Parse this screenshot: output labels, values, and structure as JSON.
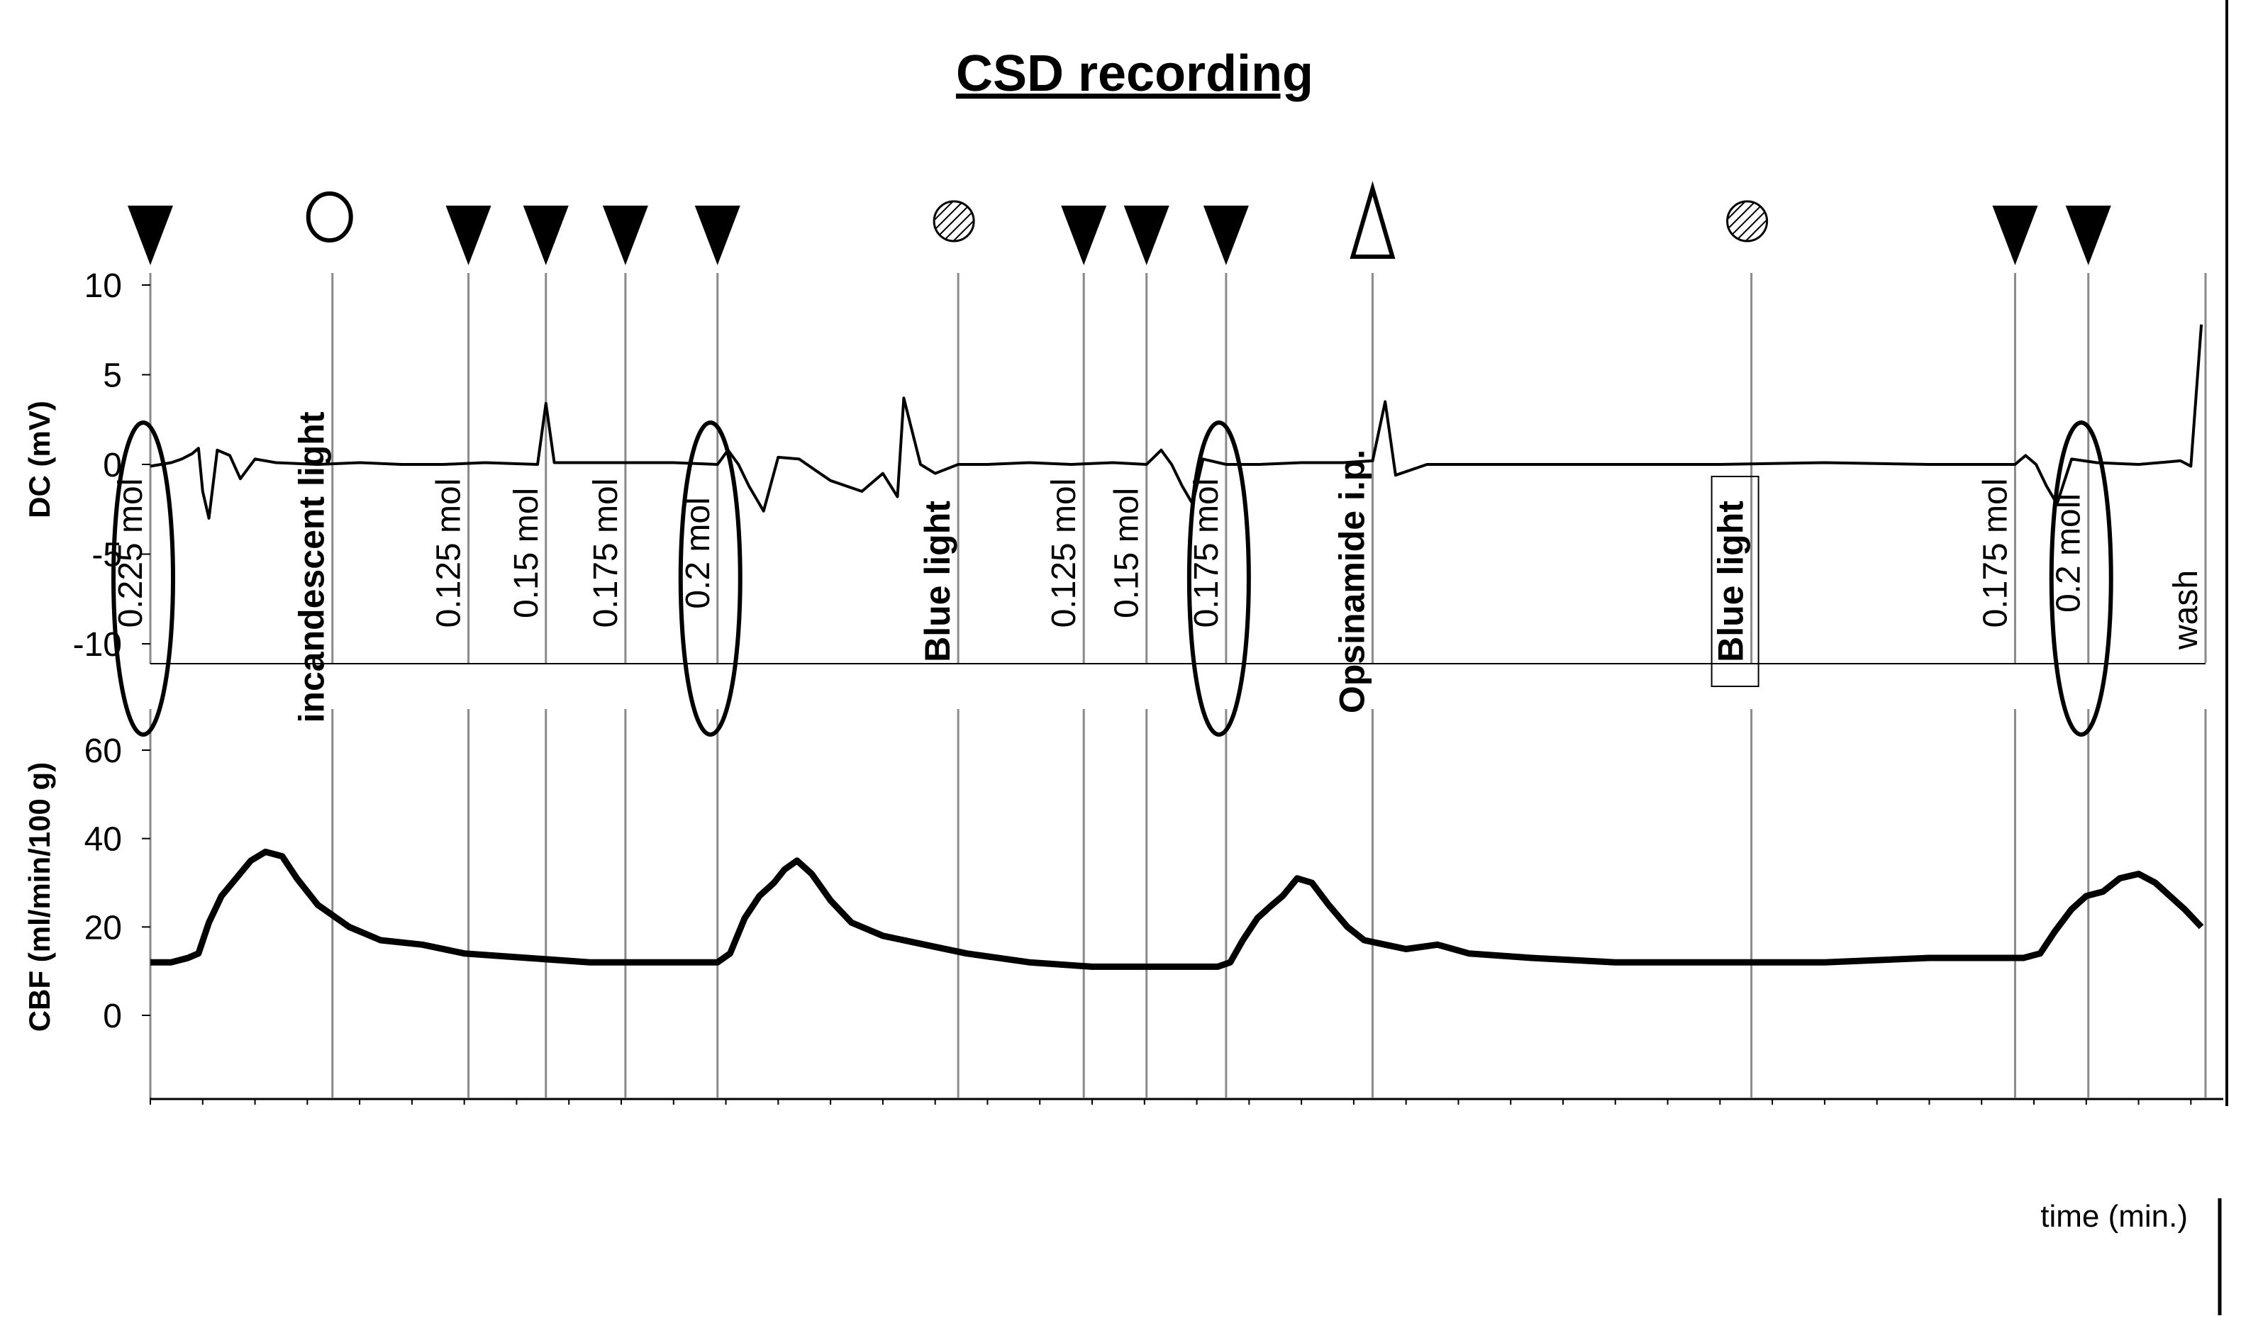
{
  "chart_data": {
    "type": "line",
    "title": "CSD recording",
    "xlabel": "time (min.)",
    "x": [
      0,
      8.7,
      15.2,
      18.9,
      22.7,
      27.1,
      38.6,
      44.6,
      47.6,
      51.4,
      58.4,
      76.5,
      89.1,
      92.6,
      98.2
    ],
    "panels": [
      {
        "ylabel": "DC (mV)",
        "yticks": [
          10,
          5,
          0,
          -5,
          -10
        ],
        "ylim": [
          -11.2,
          10.3
        ],
        "series": [
          {
            "x": [
              0,
              0.5,
              1.0,
              1.5,
              2.0,
              2.3,
              2.5,
              2.8,
              3.2,
              3.8,
              4.3,
              5.0,
              6.0,
              8.0,
              10.0,
              12.0,
              14.0,
              16.0,
              18.5,
              18.9,
              19.3,
              22.0,
              25.0,
              27.1,
              27.6,
              28.1,
              28.6,
              29.3,
              30.0,
              31.0,
              32.5,
              34.0,
              35.0,
              35.7,
              36.0,
              36.8,
              37.5,
              38.6,
              40.0,
              42.0,
              44.0,
              46.0,
              47.6,
              48.3,
              48.8,
              49.3,
              49.8,
              50.3,
              51.4,
              53.0,
              55.0,
              57.0,
              58.4,
              59.0,
              59.5,
              61.0,
              65.0,
              70.0,
              75.0,
              80.0,
              85.0,
              89.1,
              89.6,
              90.1,
              90.6,
              91.1,
              91.8,
              93.0,
              95.0,
              97.0,
              97.5,
              98.0
            ],
            "values": [
              -0.1,
              0.0,
              0.1,
              0.3,
              0.6,
              0.9,
              -1.5,
              -3.0,
              0.8,
              0.5,
              -0.8,
              0.3,
              0.1,
              0.0,
              0.1,
              0.0,
              0.0,
              0.1,
              0.0,
              3.4,
              0.1,
              0.1,
              0.1,
              0.0,
              0.8,
              0.0,
              -1.2,
              -2.6,
              0.4,
              0.3,
              -0.9,
              -1.5,
              -0.5,
              -1.8,
              3.7,
              0.0,
              -0.5,
              0.0,
              0.0,
              0.1,
              0.0,
              0.1,
              0.0,
              0.8,
              0.0,
              -1.2,
              -2.2,
              0.3,
              0.0,
              0.0,
              0.1,
              0.1,
              0.2,
              3.5,
              -0.6,
              0.0,
              0.0,
              0.0,
              0.0,
              0.1,
              0.0,
              0.0,
              0.5,
              0.0,
              -1.2,
              -2.2,
              0.3,
              0.1,
              0.0,
              0.2,
              -0.1,
              7.8
            ]
          }
        ]
      },
      {
        "ylabel": "CBF (ml/min/100 g)",
        "yticks": [
          60,
          40,
          20,
          0
        ],
        "ylim": [
          -19,
          70
        ],
        "series": [
          {
            "x": [
              0,
              1.0,
              1.8,
              2.3,
              2.8,
              3.4,
              4.1,
              4.8,
              5.5,
              6.3,
              7.0,
              8.0,
              9.5,
              11.0,
              13.0,
              15.0,
              18.0,
              21.0,
              24.0,
              26.5,
              27.1,
              27.7,
              28.4,
              29.1,
              29.8,
              30.3,
              30.9,
              31.6,
              32.5,
              33.5,
              35.0,
              37.0,
              39.0,
              42.0,
              45.0,
              48.0,
              51.0,
              51.6,
              52.2,
              52.9,
              53.6,
              54.1,
              54.8,
              55.5,
              56.3,
              57.2,
              58.0,
              59.0,
              60.0,
              61.5,
              63.0,
              66.0,
              70.0,
              75.0,
              80.0,
              85.0,
              88.5,
              89.5,
              90.3,
              91.0,
              91.8,
              92.5,
              93.3,
              94.1,
              95.0,
              95.8,
              96.5,
              97.2,
              98.0
            ],
            "values": [
              12,
              12,
              13,
              14,
              21,
              27,
              31,
              35,
              37,
              36,
              31,
              25,
              20,
              17,
              16,
              14,
              13,
              12,
              12,
              12,
              12,
              14,
              22,
              27,
              30,
              33,
              35,
              32,
              26,
              21,
              18,
              16,
              14,
              12,
              11,
              11,
              11,
              12,
              17,
              22,
              25,
              27,
              31,
              30,
              25,
              20,
              17,
              16,
              15,
              16,
              14,
              13,
              12,
              12,
              12,
              13,
              13,
              13,
              14,
              19,
              24,
              27,
              28,
              31,
              32,
              30,
              27,
              24,
              20
            ]
          }
        ]
      }
    ],
    "events": [
      {
        "marker": "filled-triangle",
        "label": "0.225 mol",
        "circled": true
      },
      {
        "marker": "open-circle",
        "label": "incandescent light"
      },
      {
        "marker": "filled-triangle",
        "label": "0.125 mol"
      },
      {
        "marker": "filled-triangle",
        "label": "0.15 mol"
      },
      {
        "marker": "filled-triangle",
        "label": "0.175 mol"
      },
      {
        "marker": "filled-triangle",
        "label": "0.2 mol",
        "circled": true
      },
      {
        "marker": "hatched-circle",
        "label": "Blue light"
      },
      {
        "marker": "filled-triangle",
        "label": "0.125 mol"
      },
      {
        "marker": "filled-triangle",
        "label": "0.15 mol"
      },
      {
        "marker": "filled-triangle",
        "label": "0.175 mol",
        "circled": true
      },
      {
        "marker": "open-triangle",
        "label": "Opsinamide i.p."
      },
      {
        "marker": "hatched-circle",
        "label": "Blue light",
        "boxed": true
      },
      {
        "marker": "filled-triangle",
        "label": "0.175 mol"
      },
      {
        "marker": "filled-triangle",
        "label": "0.2 moll",
        "circled": true
      },
      {
        "marker": "none",
        "label": "wash"
      }
    ]
  }
}
